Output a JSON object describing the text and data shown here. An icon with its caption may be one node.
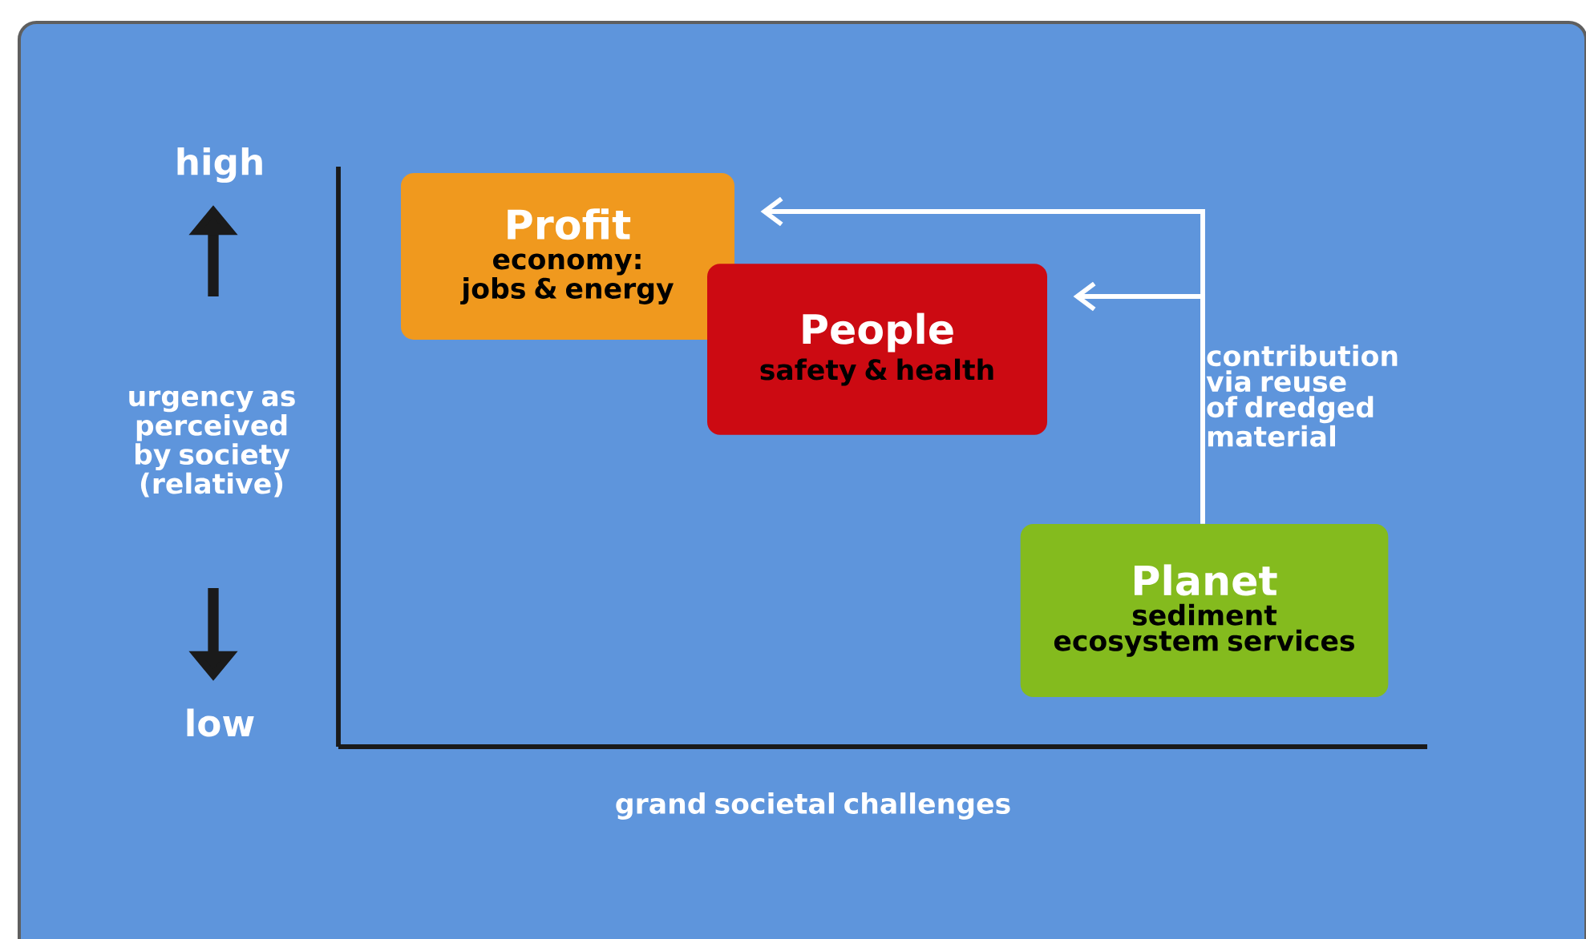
{
  "diagram": {
    "nodes": [
      {
        "text": [
          "Profit",
          "economy: jobs & energy"
        ]
      },
      {
        "text": [
          "People",
          "safety & health"
        ]
      },
      {
        "text": [
          "Planet",
          "sediment ecosystem services"
        ]
      }
    ],
    "edges": [
      {
        "from": 2,
        "to": 0,
        "arrow": "to"
      },
      {
        "from": 2,
        "to": 1,
        "arrow": "to"
      }
    ],
    "labels": [
      "high",
      "urgency as perceived by society (relative)",
      "low",
      "contribution via reuse of dredged material",
      "grand societal challenges"
    ]
  }
}
